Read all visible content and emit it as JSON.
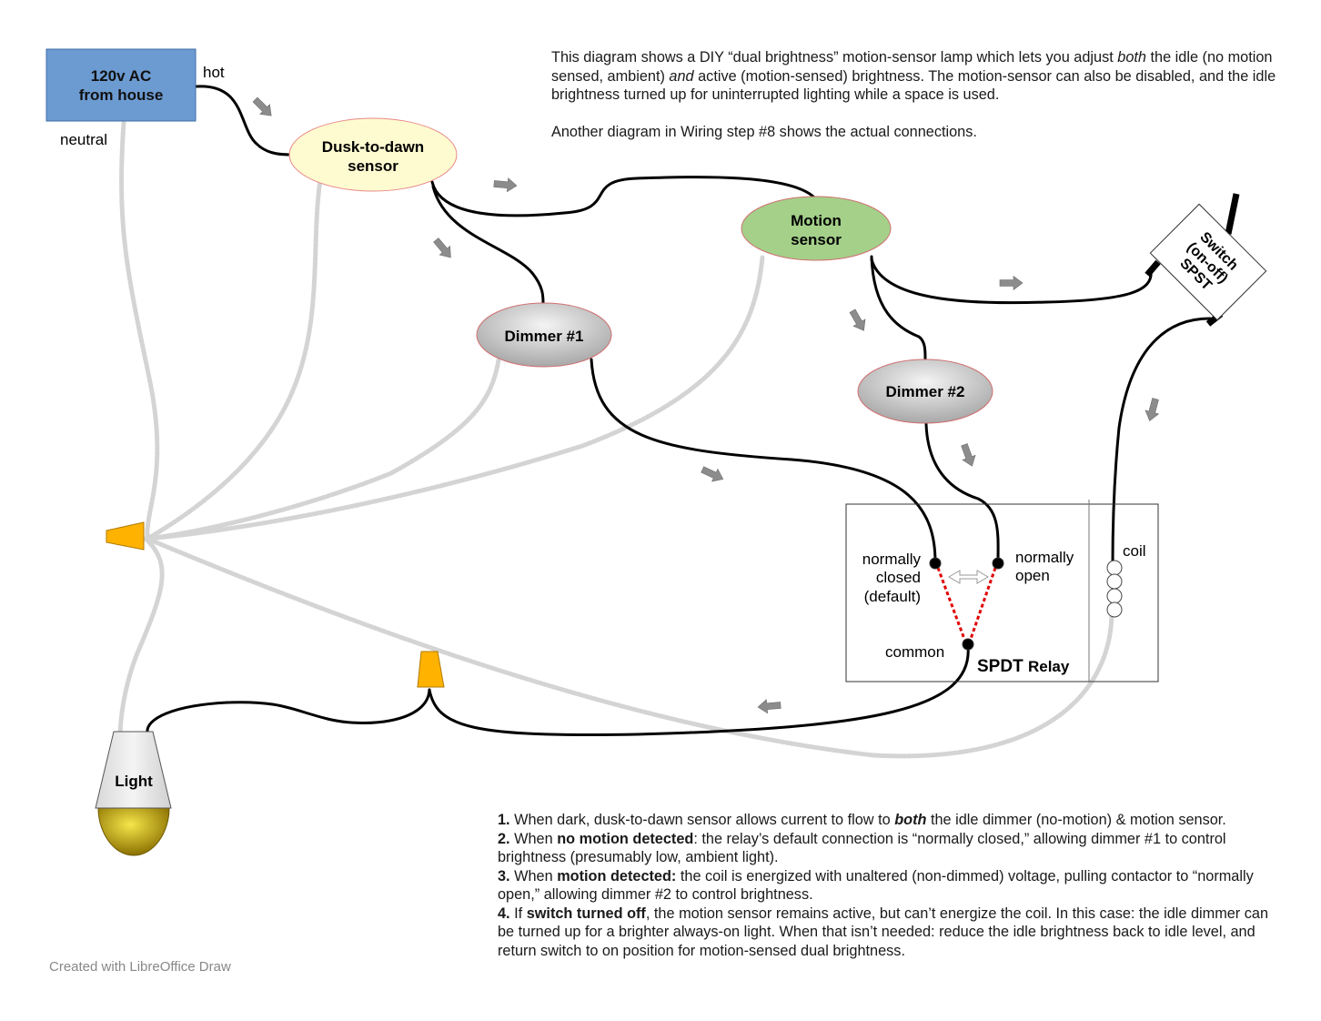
{
  "colors": {
    "ac_box": "#6c9bd2",
    "dusk_sensor": "#fffbd1",
    "motion_sensor": "#a4d08a",
    "dimmer": "#c8c8c8",
    "wire_hot": "#000000",
    "wire_neutral": "#d6d6d6",
    "arrow": "#808080",
    "wire_nut": "#ffb300",
    "bulb": "#c9a800",
    "relay_link": "#e00000"
  },
  "icons": [
    "arrow-icon",
    "wire-nut-icon",
    "light-bulb-icon",
    "coil-icon"
  ],
  "power": {
    "line1": "120v AC",
    "line2": "from house",
    "hot_label": "hot",
    "neutral_label": "neutral"
  },
  "dusk_sensor": {
    "line1": "Dusk-to-dawn",
    "line2": "sensor"
  },
  "motion_sensor": {
    "line1": "Motion",
    "line2": "sensor"
  },
  "dimmer1": {
    "label": "Dimmer #1"
  },
  "dimmer2": {
    "label": "Dimmer #2"
  },
  "switch": {
    "line1": "Switch",
    "line2": "(on-off)",
    "line3": "SPST"
  },
  "relay": {
    "title": "SPDT",
    "title2": "Relay",
    "nc_line1": "normally",
    "nc_line2": "closed",
    "nc_line3": "(default)",
    "no_line1": "normally",
    "no_line2": "open",
    "common": "common",
    "coil": "coil"
  },
  "light": {
    "label": "Light"
  },
  "intro": {
    "p1_a": "This diagram shows a DIY “dual brightness” motion-sensor lamp which lets you adjust ",
    "p1_b": "both",
    "p1_c": " the idle (no motion sensed, ambient) ",
    "p1_d": "and",
    "p1_e": " active (motion-sensed) brightness. The motion-sensor can also be disabled, and the idle brightness turned up for uninterrupted lighting while a space is used.",
    "p2": "Another diagram in Wiring step #8 shows the actual connections."
  },
  "notes": [
    {
      "num": "1.",
      "a": " When dark, dusk-to-dawn sensor allows current to flow to ",
      "b": "both",
      "c": " the idle dimmer (no-motion) & motion sensor."
    },
    {
      "num": "2.",
      "a": " When ",
      "b": "no motion detected",
      "c": ": the relay’s default connection is “normally closed,” allowing dimmer #1 to control brightness (presumably low, ambient light)."
    },
    {
      "num": "3.",
      "a": " When ",
      "b": "motion detected:",
      "c": " the coil is energized with unaltered (non-dimmed) voltage, pulling contactor to “normally open,” allowing dimmer #2 to control brightness."
    },
    {
      "num": "4.",
      "a": " If ",
      "b": "switch turned off",
      "c": ", the motion sensor remains active, but can’t energize the coil. In this case: the idle dimmer can be turned up for a brighter always-on light. When that isn’t needed: reduce the idle brightness back to idle level, and return switch to on position for motion-sensed dual brightness."
    }
  ],
  "credit": "Created with LibreOffice Draw"
}
